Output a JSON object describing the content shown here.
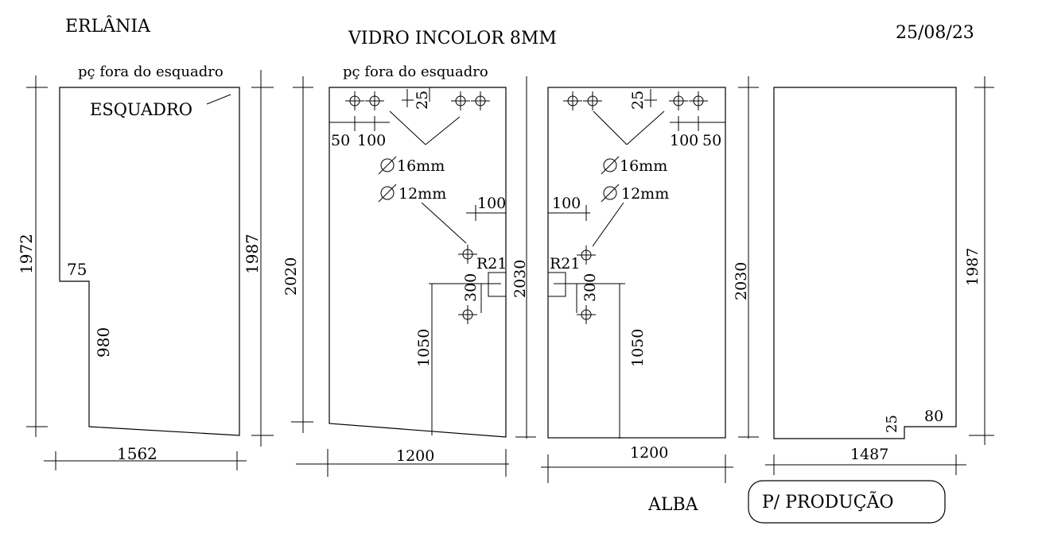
{
  "header": {
    "client": "ERLÂNIA",
    "title": "VIDRO INCOLOR 8MM",
    "date": "25/08/23"
  },
  "panel1": {
    "note_top": "pç fora do esquadro",
    "note_square": "ESQUADRO",
    "height_left": "1972",
    "height_right": "1987",
    "width": "1562",
    "notch_width": "75",
    "notch_height": "980"
  },
  "panel2": {
    "note_top": "pç fora do esquadro",
    "dim_25": "25",
    "dim_50": "50",
    "dim_100": "100",
    "hole16": "16mm",
    "hole12": "12mm",
    "dim_right100": "100",
    "radius": "R21",
    "dim_300": "300",
    "height_left": "2020",
    "height_right": "2030",
    "dim_1050": "1050",
    "width": "1200"
  },
  "panel3": {
    "dim_25": "25",
    "dim_100": "100",
    "dim_50": "50",
    "hole16": "16mm",
    "hole12": "12mm",
    "dim_left100": "100",
    "radius": "R21",
    "dim_300": "300",
    "height_right": "2030",
    "dim_1050": "1050",
    "width": "1200"
  },
  "panel4": {
    "height_right": "1987",
    "dim_25": "25",
    "dim_80": "80",
    "width": "1487"
  },
  "footer": {
    "name": "ALBA",
    "stamp": "P/ PRODUÇÃO"
  }
}
